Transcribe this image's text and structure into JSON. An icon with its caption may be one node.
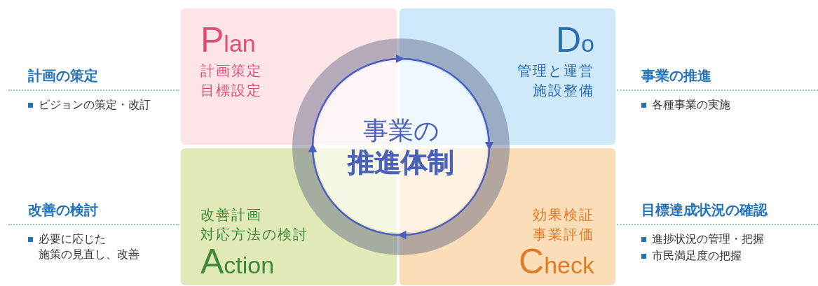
{
  "diagram": {
    "nodes": [
      {
        "text": [
          "Plan",
          "計画策定",
          "目標設定"
        ]
      },
      {
        "text": [
          "Do",
          "管理と運営",
          "施設整備"
        ]
      },
      {
        "text": [
          "改善計画",
          "対応方法の検討",
          "Action"
        ]
      },
      {
        "text": [
          "効果検証",
          "事業評価",
          "Check"
        ]
      },
      {
        "text": [
          "事業の",
          "推進体制"
        ]
      }
    ],
    "edges": [
      {
        "from": 0,
        "to": 1,
        "arrow": "to"
      },
      {
        "from": 1,
        "to": 3,
        "arrow": "to"
      },
      {
        "from": 3,
        "to": 2,
        "arrow": "to"
      },
      {
        "from": 2,
        "to": 0,
        "arrow": "to"
      }
    ],
    "labels": [
      "計画の策定",
      "ビジョンの策定・改訂",
      "事業の推進",
      "各種事業の実施",
      "改善の検討",
      "必要に応じた施策の見直し、改善",
      "目標達成状況の確認",
      "進捗状況の管理・把握",
      "市民満足度の把握"
    ]
  }
}
